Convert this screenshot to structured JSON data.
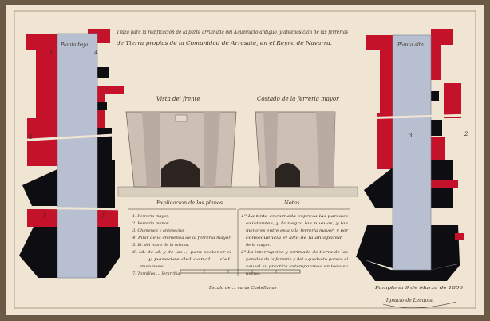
{
  "title_lines": [
    "Traza para la redificación de la parte arruinada del Aqueducto antiguo, y anteposición de las ferrerias",
    "de Tierra propias de la Comunidad de Arrasate, en el Reyno de Navarra."
  ],
  "plan_labels": {
    "left_tower": "Planta baja",
    "right_tower": "Planta alta",
    "center_left": "Vista del frente",
    "center_right": "Costado de la ferreria mayor"
  },
  "legend": {
    "heading": "Explicacion de los planos",
    "items": [
      "1. Ferreria mayor.",
      "2. Ferreria menor.",
      "3. Chimenea y antepecho.",
      "4. Pilar de la chimenea de la ferreria mayor.",
      "5. Id. del muro de la misma.",
      "6. Id. de id. y de las ... para sostener el",
      "... y paredes del canal ... del",
      "muro nuevo.",
      "7. Tornillos ... Jerarchia."
    ]
  },
  "notes": {
    "heading": "Notas",
    "items": [
      "1ª La tinta encarnada expresa las paredes",
      "existentes, y la negra las nuevas, y las",
      "menores entre esta y la ferreria mayor; y por",
      "consecuencia el alto de la antepared",
      "de la mayor.",
      "2ª La interrupcion y arrimado de tierra de las",
      "paredes de la ferreria y del Aqueducto parece el",
      "causal su practica extemporanea en todo su",
      "tiempo."
    ]
  },
  "scale_label": "Escala de ... varas Castellanas",
  "date_signature": "Pamplona 9 de Marzo de 1806",
  "signature": "Ignacio de Lecuona",
  "region_numbers": {
    "left": [
      "1",
      "4",
      "5",
      "4",
      "5"
    ],
    "right": [
      "3",
      "2"
    ]
  },
  "colors": {
    "paper": "#efe5d2",
    "existing_wall": "#c3122a",
    "new_wall": "#0e0d12",
    "channel": "#b7bfd0",
    "ink": "#3a2e22",
    "wash": "#b8a89a"
  }
}
